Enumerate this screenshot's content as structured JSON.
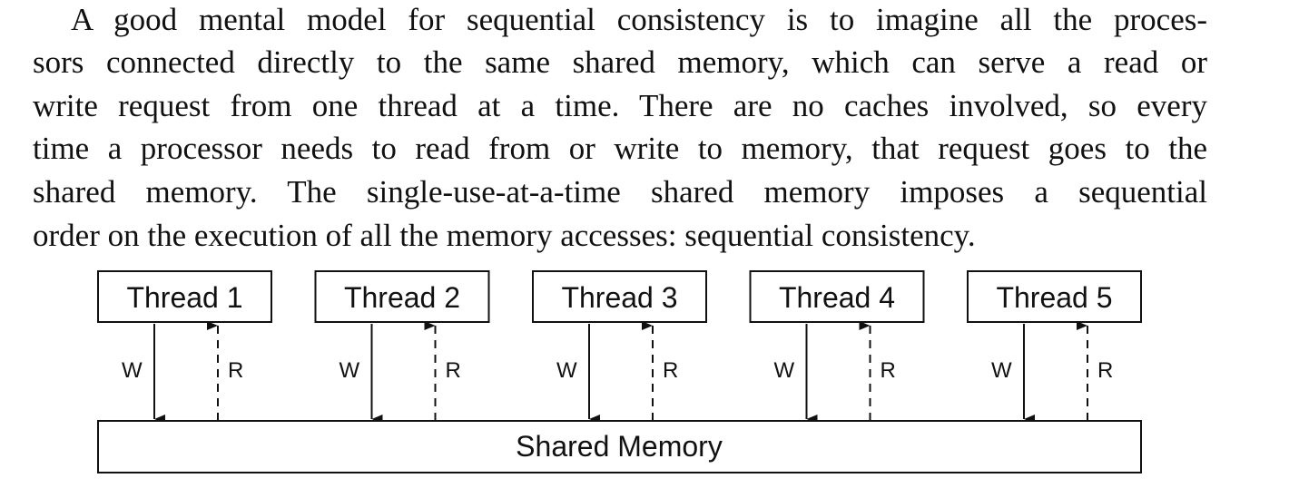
{
  "paragraph": {
    "lines": [
      "A good mental model for sequential consistency is to imagine all the proces-",
      "sors connected directly to the same shared memory, which can serve a read or",
      "write request from one thread at a time. There are no caches involved, so every",
      "time a processor needs to read from or write to memory, that request goes to the",
      "shared memory. The single-use-at-a-time shared memory imposes a sequential",
      "order on the execution of all the memory accesses: sequential consistency."
    ]
  },
  "figure": {
    "threads": [
      {
        "label": "Thread 1",
        "write_label": "W",
        "read_label": "R"
      },
      {
        "label": "Thread 2",
        "write_label": "W",
        "read_label": "R"
      },
      {
        "label": "Thread 3",
        "write_label": "W",
        "read_label": "R"
      },
      {
        "label": "Thread 4",
        "write_label": "W",
        "read_label": "R"
      },
      {
        "label": "Thread 5",
        "write_label": "W",
        "read_label": "R"
      }
    ],
    "memory_label": "Shared Memory"
  }
}
